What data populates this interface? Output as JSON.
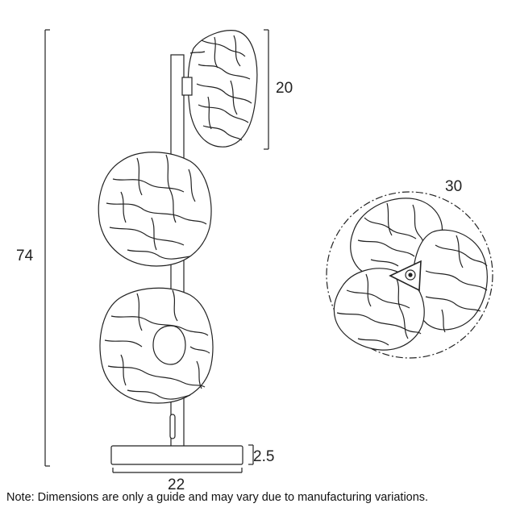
{
  "dimensions": {
    "total_height": "74",
    "shade_height": "20",
    "base_thickness": "2.5",
    "base_width": "22",
    "top_view_diameter": "30"
  },
  "note": "Note: Dimensions are only a guide and may vary due to manufacturing variations.",
  "colors": {
    "line": "#222222",
    "background": "#ffffff"
  }
}
